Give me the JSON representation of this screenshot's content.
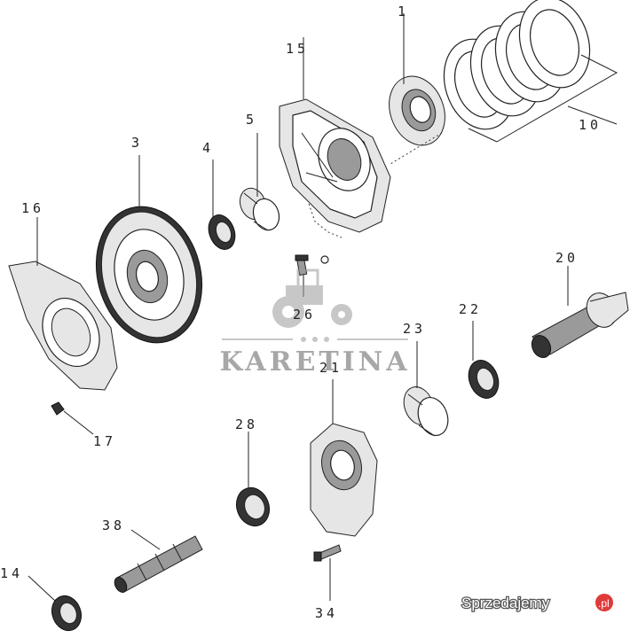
{
  "part_labels": {
    "p1": "1",
    "p3": "3",
    "p4": "4",
    "p5": "5",
    "p10": "10",
    "p14": "14",
    "p15": "15",
    "p16": "16",
    "p17": "17",
    "p20": "20",
    "p21": "21",
    "p22": "22",
    "p23": "23",
    "p26": "26",
    "p28": "28",
    "p34": "34",
    "p38": "38"
  },
  "watermark": {
    "text": "KARETINA"
  },
  "marketplace": {
    "brand": "Sprzedajemy",
    "suffix": ".pl"
  }
}
